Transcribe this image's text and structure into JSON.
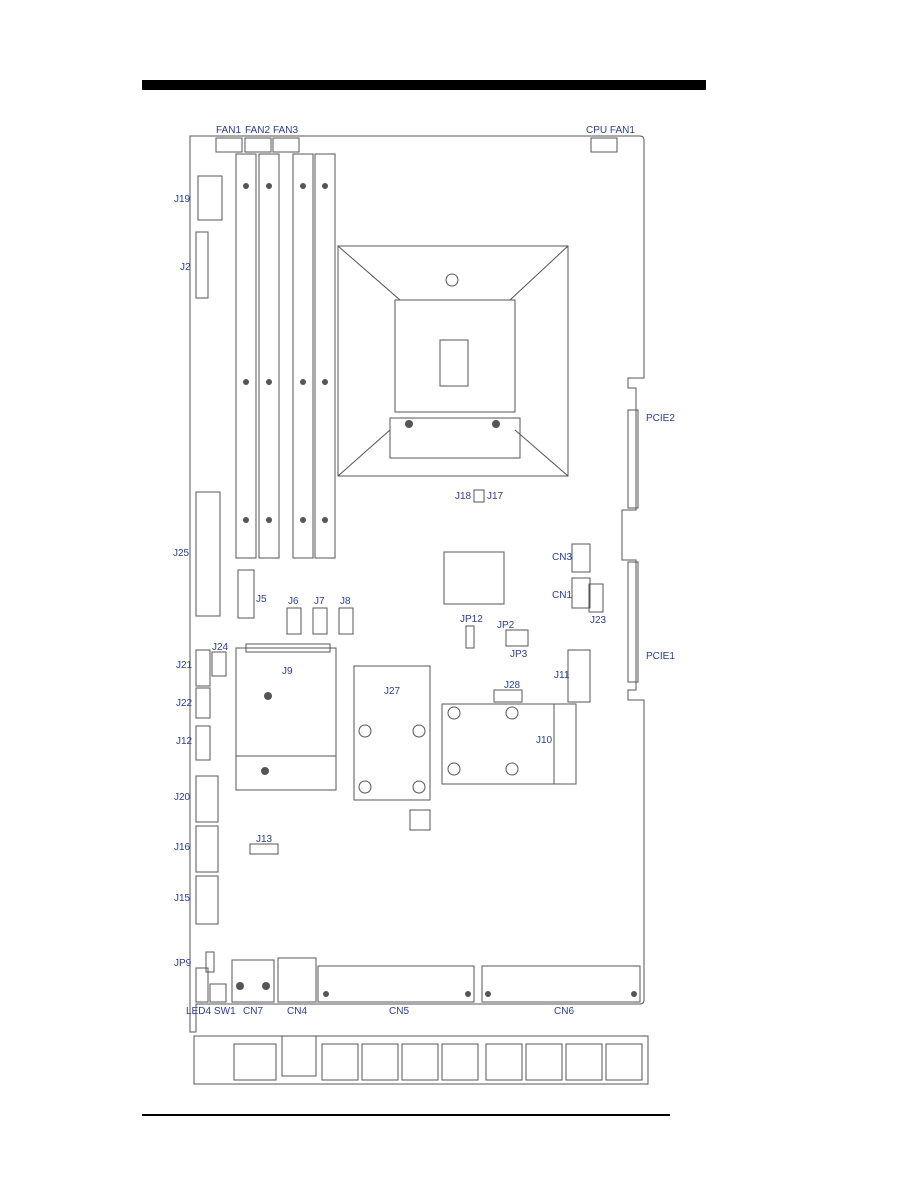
{
  "labels": {
    "fan1": "FAN1",
    "fan2": "FAN2",
    "fan3": "FAN3",
    "cpu_fan1": "CPU FAN1",
    "j19": "J19",
    "j2": "J2",
    "j25": "J25",
    "j5": "J5",
    "j6": "J6",
    "j7": "J7",
    "j8": "J8",
    "j18": "J18",
    "j17": "J17",
    "pcie2": "PCIE2",
    "pcie1": "PCIE1",
    "cn3": "CN3",
    "cn1": "CN1",
    "j23": "J23",
    "jp12": "JP12",
    "jp2": "JP2",
    "jp3": "JP3",
    "j11": "J11",
    "j21": "J21",
    "j24": "J24",
    "j9": "J9",
    "j27": "J27",
    "j28": "J28",
    "j22": "J22",
    "j10": "J10",
    "j12": "J12",
    "j20": "J20",
    "j16": "J16",
    "j13": "J13",
    "j15": "J15",
    "jp9": "JP9",
    "led4": "LED4",
    "sw1": "SW1",
    "cn7": "CN7",
    "cn4": "CN4",
    "cn5": "CN5",
    "cn6": "CN6"
  }
}
